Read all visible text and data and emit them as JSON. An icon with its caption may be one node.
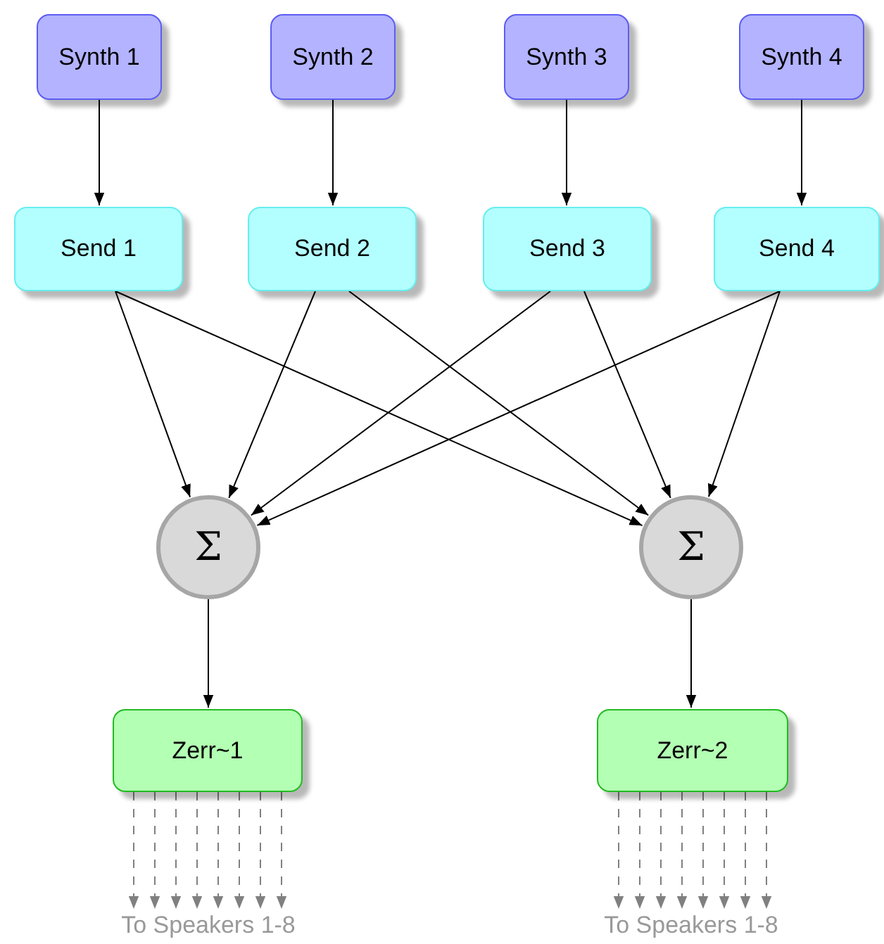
{
  "diagram": {
    "nodes": [
      {
        "text": [
          "Synth 1"
        ]
      },
      {
        "text": [
          "Synth 2"
        ]
      },
      {
        "text": [
          "Synth 3"
        ]
      },
      {
        "text": [
          "Synth 4"
        ]
      },
      {
        "text": [
          "Send 1"
        ]
      },
      {
        "text": [
          "Send 2"
        ]
      },
      {
        "text": [
          "Send 3"
        ]
      },
      {
        "text": [
          "Send 4"
        ]
      },
      {
        "text": [
          "Σ"
        ]
      },
      {
        "text": [
          "Σ"
        ]
      },
      {
        "text": [
          "Zerr~1"
        ]
      },
      {
        "text": [
          "Zerr~2"
        ]
      },
      {
        "text": [
          "To Speakers 1-8"
        ]
      },
      {
        "text": [
          "To Speakers 1-8"
        ]
      }
    ],
    "edges": [
      {
        "from": 0,
        "to": 4,
        "arrow": "to",
        "color": "#000000"
      },
      {
        "from": 1,
        "to": 5,
        "arrow": "to",
        "color": "#000000"
      },
      {
        "from": 2,
        "to": 6,
        "arrow": "to",
        "color": "#000000"
      },
      {
        "from": 3,
        "to": 7,
        "arrow": "to",
        "color": "#000000"
      },
      {
        "from": 4,
        "to": 8,
        "arrow": "to",
        "color": "#000000"
      },
      {
        "from": 4,
        "to": 9,
        "arrow": "to",
        "color": "#000000"
      },
      {
        "from": 5,
        "to": 8,
        "arrow": "to",
        "color": "#000000"
      },
      {
        "from": 5,
        "to": 9,
        "arrow": "to",
        "color": "#000000"
      },
      {
        "from": 6,
        "to": 8,
        "arrow": "to",
        "color": "#000000"
      },
      {
        "from": 6,
        "to": 9,
        "arrow": "to",
        "color": "#000000"
      },
      {
        "from": 7,
        "to": 8,
        "arrow": "to",
        "color": "#000000"
      },
      {
        "from": 7,
        "to": 9,
        "arrow": "to",
        "color": "#000000"
      },
      {
        "from": 8,
        "to": 10,
        "arrow": "to",
        "color": "#000000"
      },
      {
        "from": 9,
        "to": 11,
        "arrow": "to",
        "color": "#000000"
      },
      {
        "from": 10,
        "to": 12,
        "arrow": "to",
        "style": "dashed"
      },
      {
        "from": 10,
        "to": 12,
        "arrow": "to",
        "style": "dashed"
      },
      {
        "from": 10,
        "to": 12,
        "arrow": "to",
        "style": "dashed"
      },
      {
        "from": 10,
        "to": 12,
        "arrow": "to",
        "style": "dashed"
      },
      {
        "from": 10,
        "to": 12,
        "arrow": "to",
        "style": "dashed"
      },
      {
        "from": 10,
        "to": 12,
        "arrow": "to",
        "style": "dashed"
      },
      {
        "from": 10,
        "to": 12,
        "arrow": "to",
        "style": "dashed"
      },
      {
        "from": 10,
        "to": 12,
        "arrow": "to",
        "style": "dashed"
      },
      {
        "from": 11,
        "to": 13,
        "arrow": "to",
        "style": "dashed"
      },
      {
        "from": 11,
        "to": 13,
        "arrow": "to",
        "style": "dashed"
      },
      {
        "from": 11,
        "to": 13,
        "arrow": "to",
        "style": "dashed"
      },
      {
        "from": 11,
        "to": 13,
        "arrow": "to",
        "style": "dashed"
      },
      {
        "from": 11,
        "to": 13,
        "arrow": "to",
        "style": "dashed"
      },
      {
        "from": 11,
        "to": 13,
        "arrow": "to",
        "style": "dashed"
      },
      {
        "from": 11,
        "to": 13,
        "arrow": "to",
        "style": "dashed"
      },
      {
        "from": 11,
        "to": 13,
        "arrow": "to",
        "style": "dashed"
      }
    ]
  }
}
